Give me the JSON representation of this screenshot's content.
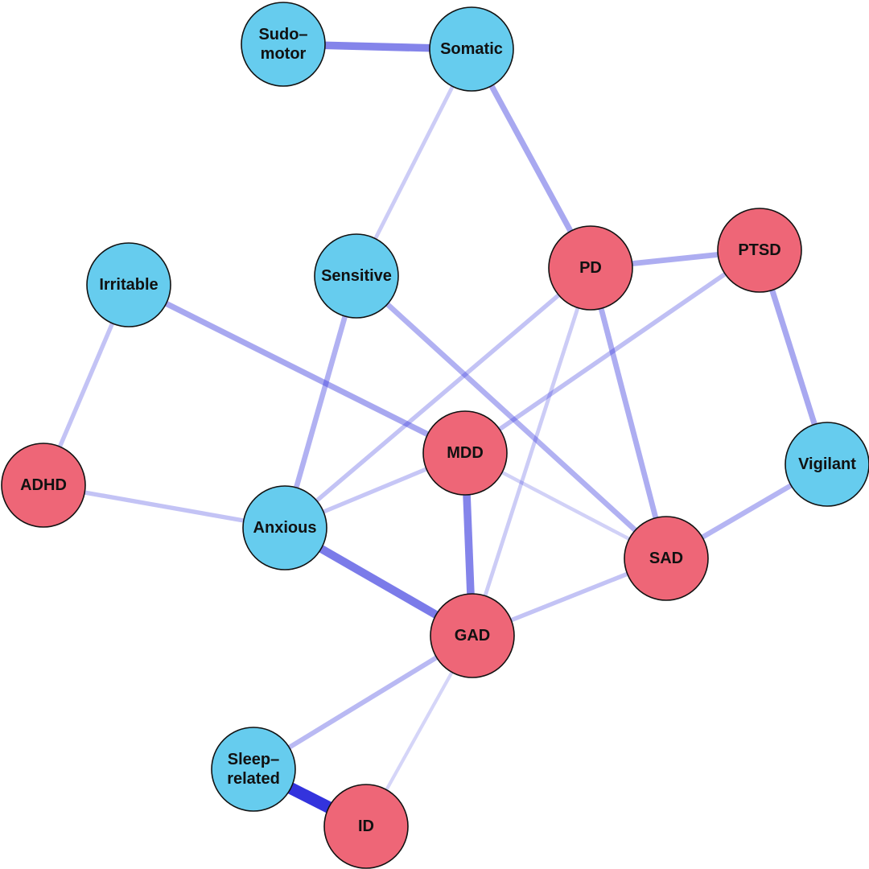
{
  "colors": {
    "symptom": "#66ccee",
    "disorder": "#ee6677",
    "stroke": "#111111",
    "edge": "#3333dd",
    "background": "#ffffff"
  },
  "node_types": {
    "symptom": "symptom dimension",
    "disorder": "diagnosis"
  },
  "nodes": [
    {
      "id": "sudomotor",
      "lines": [
        "Sudo–",
        "motor"
      ],
      "type": "symptom"
    },
    {
      "id": "somatic",
      "lines": [
        "Somatic"
      ],
      "type": "symptom"
    },
    {
      "id": "irritable",
      "lines": [
        "Irritable"
      ],
      "type": "symptom"
    },
    {
      "id": "sensitive",
      "lines": [
        "Sensitive"
      ],
      "type": "symptom"
    },
    {
      "id": "pd",
      "lines": [
        "PD"
      ],
      "type": "disorder"
    },
    {
      "id": "ptsd",
      "lines": [
        "PTSD"
      ],
      "type": "disorder"
    },
    {
      "id": "adhd",
      "lines": [
        "ADHD"
      ],
      "type": "disorder"
    },
    {
      "id": "mdd",
      "lines": [
        "MDD"
      ],
      "type": "disorder"
    },
    {
      "id": "vigilant",
      "lines": [
        "Vigilant"
      ],
      "type": "symptom"
    },
    {
      "id": "anxious",
      "lines": [
        "Anxious"
      ],
      "type": "symptom"
    },
    {
      "id": "sad",
      "lines": [
        "SAD"
      ],
      "type": "disorder"
    },
    {
      "id": "gad",
      "lines": [
        "GAD"
      ],
      "type": "disorder"
    },
    {
      "id": "sleep",
      "lines": [
        "Sleep–",
        "related"
      ],
      "type": "symptom"
    },
    {
      "id": "id",
      "lines": [
        "ID"
      ],
      "type": "disorder"
    }
  ],
  "edges": [
    {
      "source": "sudomotor",
      "target": "somatic",
      "strength": 0.55
    },
    {
      "source": "somatic",
      "target": "sensitive",
      "strength": 0.15
    },
    {
      "source": "somatic",
      "target": "pd",
      "strength": 0.35
    },
    {
      "source": "pd",
      "target": "ptsd",
      "strength": 0.32
    },
    {
      "source": "irritable",
      "target": "adhd",
      "strength": 0.2
    },
    {
      "source": "irritable",
      "target": "mdd",
      "strength": 0.35
    },
    {
      "source": "sensitive",
      "target": "anxious",
      "strength": 0.3
    },
    {
      "source": "sensitive",
      "target": "sad",
      "strength": 0.3
    },
    {
      "source": "pd",
      "target": "anxious",
      "strength": 0.2
    },
    {
      "source": "pd",
      "target": "gad",
      "strength": 0.15
    },
    {
      "source": "pd",
      "target": "sad",
      "strength": 0.32
    },
    {
      "source": "ptsd",
      "target": "mdd",
      "strength": 0.22
    },
    {
      "source": "ptsd",
      "target": "vigilant",
      "strength": 0.35
    },
    {
      "source": "adhd",
      "target": "anxious",
      "strength": 0.2
    },
    {
      "source": "mdd",
      "target": "anxious",
      "strength": 0.18
    },
    {
      "source": "mdd",
      "target": "gad",
      "strength": 0.55
    },
    {
      "source": "mdd",
      "target": "sad",
      "strength": 0.12
    },
    {
      "source": "vigilant",
      "target": "sad",
      "strength": 0.28
    },
    {
      "source": "anxious",
      "target": "gad",
      "strength": 0.6
    },
    {
      "source": "sad",
      "target": "gad",
      "strength": 0.2
    },
    {
      "source": "gad",
      "target": "sleep",
      "strength": 0.25
    },
    {
      "source": "gad",
      "target": "id",
      "strength": 0.1
    },
    {
      "source": "sleep",
      "target": "id",
      "strength": 1.0
    }
  ]
}
